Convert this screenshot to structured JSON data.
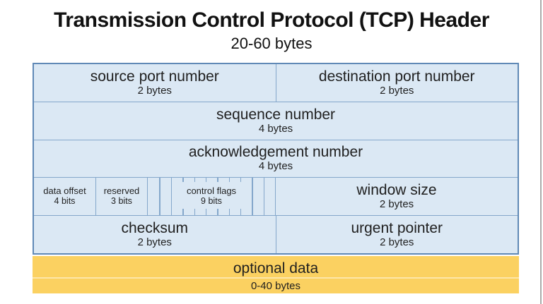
{
  "title": "Transmission Control Protocol (TCP) Header",
  "subtitle": "20-60 bytes",
  "fields": {
    "source_port": {
      "label": "source port number",
      "size": "2 bytes"
    },
    "destination_port": {
      "label": "destination port number",
      "size": "2 bytes"
    },
    "sequence": {
      "label": "sequence number",
      "size": "4 bytes"
    },
    "acknowledgement": {
      "label": "acknowledgement number",
      "size": "4 bytes"
    },
    "data_offset": {
      "label": "data offset",
      "size": "4 bits"
    },
    "reserved": {
      "label": "reserved",
      "size": "3 bits"
    },
    "control_flags": {
      "label": "control flags",
      "size": "9 bits"
    },
    "window_size": {
      "label": "window size",
      "size": "2 bytes"
    },
    "checksum": {
      "label": "checksum",
      "size": "2 bytes"
    },
    "urgent_pointer": {
      "label": "urgent pointer",
      "size": "2 bytes"
    },
    "optional_data": {
      "label": "optional data",
      "size": "0-40 bytes"
    }
  },
  "colors": {
    "cell_fill": "#dbe8f4",
    "inner_border": "#84a7cb",
    "outer_border": "#6089b6",
    "optional_fill": "#fbd161",
    "optional_separator": "#fde6a8",
    "screen_edge": "#ababab",
    "text": "#1f1f1f"
  }
}
